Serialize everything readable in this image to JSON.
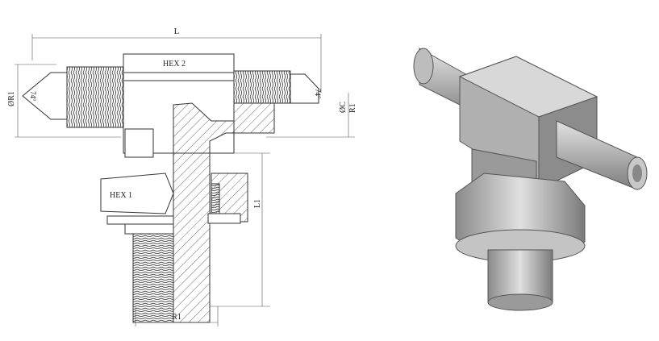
{
  "drawing": {
    "labels": {
      "length": "L",
      "hex2": "HEX 2",
      "left_diameter": "ØR1",
      "left_angle": "74°",
      "right_angle": "74°",
      "right_diameter_c": "ØC",
      "right_r1": "R1",
      "hex1": "HEX 1",
      "length1": "L1",
      "bottom_r1": "R1"
    }
  },
  "render": {
    "name": "3d-tee-fitting-render",
    "colors": {
      "light": "#d6d6d6",
      "mid": "#a8a8a8",
      "dark": "#6e6e6e"
    }
  }
}
